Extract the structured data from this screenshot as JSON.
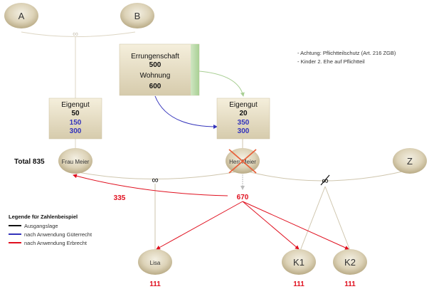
{
  "persons": {
    "a": {
      "label": "A"
    },
    "b": {
      "label": "B"
    },
    "frau_meier": {
      "label": "Frau Meier"
    },
    "herr_meier": {
      "label": "Herr Meier",
      "deceased": true
    },
    "z": {
      "label": "Z"
    },
    "lisa": {
      "label": "Lisa",
      "value": "111"
    },
    "k1": {
      "label": "K1",
      "value": "111"
    },
    "k2": {
      "label": "K2",
      "value": "111"
    }
  },
  "marriage_symbol": "∞",
  "divorce_symbol": "⚮",
  "boxes": {
    "errungenschaft": {
      "title": "Errungenschaft",
      "value": "500",
      "subtitle": "Wohnung",
      "subvalue": "600"
    },
    "eigengut_frau": {
      "title": "Eigengut",
      "value": "50",
      "blue_values": [
        "150",
        "300"
      ]
    },
    "eigengut_herr": {
      "title": "Eigengut",
      "value": "20",
      "blue_values": [
        "350",
        "300"
      ]
    }
  },
  "flows": {
    "to_frau": "335",
    "estate": "670"
  },
  "total": {
    "label": "Total 835"
  },
  "notes": [
    "- Achtung: Pflichtteilschutz (Art. 216 ZGB)",
    "- Kinder 2. Ehe auf Pflichtteil"
  ],
  "legend": {
    "title": "Legende für Zahlenbeispiel",
    "items": [
      {
        "label": "Ausgangslage",
        "color": "#111111"
      },
      {
        "label": "nach Anwendung Güterrecht",
        "color": "#3333bb"
      },
      {
        "label": "nach Anwendung Erbrecht",
        "color": "#e0101f"
      }
    ]
  },
  "colors": {
    "node_fill": "#ddd3b8",
    "node_dark": "#b9ab86",
    "box_fill": "#ece4cc",
    "line": "#cfc6ae",
    "red": "#e0101f",
    "blue": "#3333bb",
    "green": "#a9cf94"
  }
}
